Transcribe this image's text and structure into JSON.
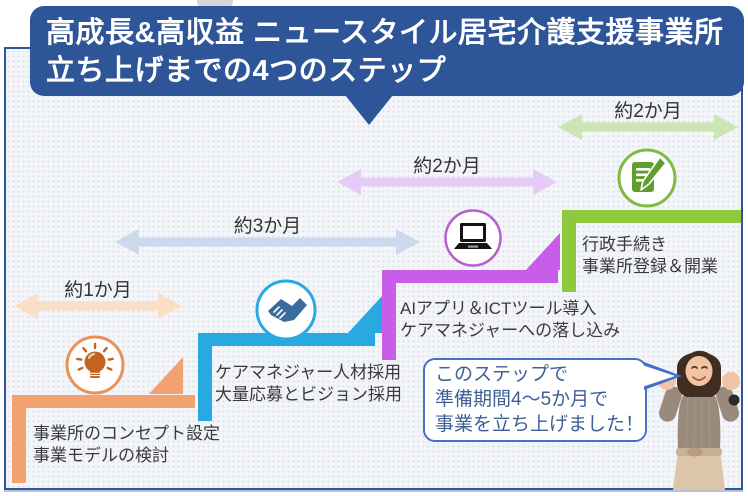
{
  "title": {
    "line1": "高成長&高収益 ニュースタイル居宅介護支援事業所",
    "line2": "立ち上げまでの4つのステップ"
  },
  "steps": [
    {
      "duration": "約1か月",
      "icon": "lightbulb-icon",
      "lines": [
        "事業所のコンセプト設定",
        "事業モデルの検討"
      ],
      "color": "#F2A171",
      "arrow_color": "#FADFC6"
    },
    {
      "duration": "約3か月",
      "icon": "handshake-icon",
      "lines": [
        "ケアマネジャー人材採用",
        "大量応募とビジョン採用"
      ],
      "color": "#29A9E1",
      "arrow_color": "#CCD9ED"
    },
    {
      "duration": "約2か月",
      "icon": "laptop-icon",
      "lines": [
        "AIアプリ＆ICTツール導入",
        "ケアマネジャーへの落し込み"
      ],
      "color": "#C75DE8",
      "arrow_color": "#E5CBF5"
    },
    {
      "duration": "約2か月",
      "icon": "document-pen-icon",
      "lines": [
        "行政手続き",
        "事業所登録＆開業"
      ],
      "color": "#90C83D",
      "arrow_color": "#CBE5B5"
    }
  ],
  "speech_bubble": {
    "lines": [
      "このステップで",
      "準備期間4～5か月で",
      "事業を立ち上げました！"
    ],
    "border_color": "#4472C4",
    "text_color": "#3E6095"
  },
  "colors": {
    "banner": "#2E5597",
    "frame_border": "#2F5597",
    "background": "#F3F5F9",
    "step_text": "#3A3A3A"
  }
}
